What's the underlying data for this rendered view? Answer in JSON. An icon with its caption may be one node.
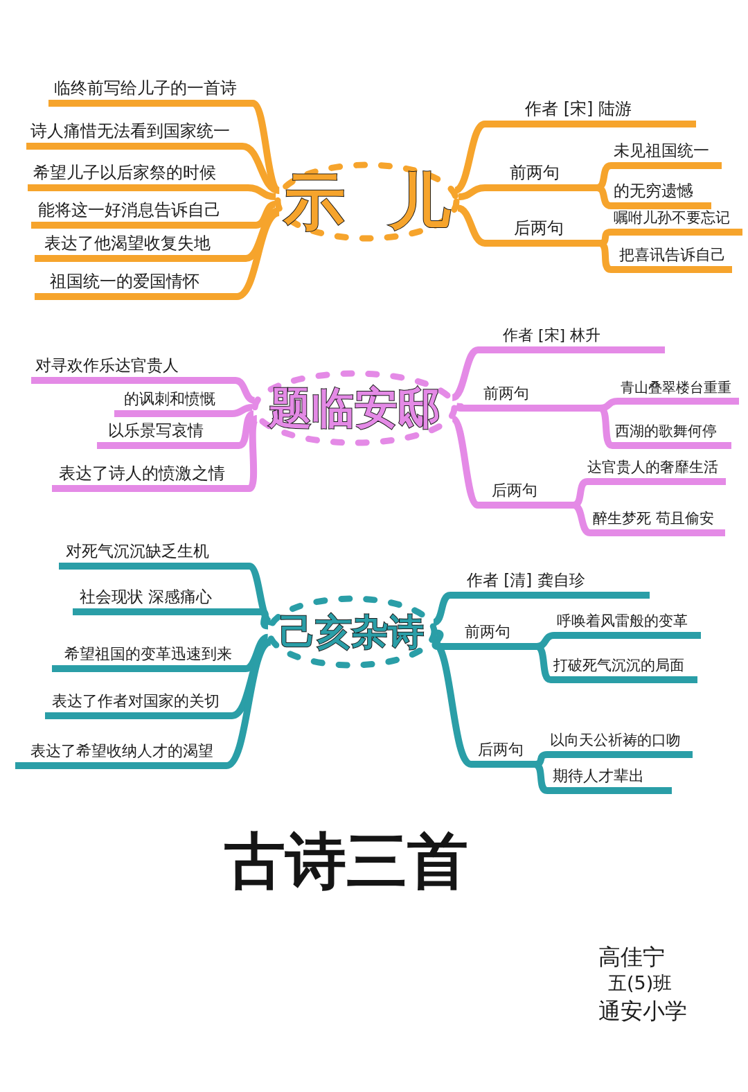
{
  "diagram": {
    "title": "古诗三首",
    "nodes": [
      {
        "text": [
          "示儿"
        ]
      },
      {
        "text": [
          "临终前写给儿子的一首诗"
        ]
      },
      {
        "text": [
          "诗人痛惜无法看到国家统一"
        ]
      },
      {
        "text": [
          "希望儿子以后家祭的时候"
        ]
      },
      {
        "text": [
          "能将这一好消息告诉自己"
        ]
      },
      {
        "text": [
          "表达了他渴望收复失地"
        ]
      },
      {
        "text": [
          "祖国统一的爱国情怀"
        ]
      },
      {
        "text": [
          "作者 [宋] 陆游"
        ]
      },
      {
        "text": [
          "前两句"
        ]
      },
      {
        "text": [
          "未见祖国统一"
        ]
      },
      {
        "text": [
          "的无穷遗憾"
        ]
      },
      {
        "text": [
          "后两句"
        ]
      },
      {
        "text": [
          "嘱咐儿孙不要忘记"
        ]
      },
      {
        "text": [
          "把喜讯告诉自己"
        ]
      },
      {
        "text": [
          "题临安邸"
        ]
      },
      {
        "text": [
          "对寻欢作乐达官贵人"
        ]
      },
      {
        "text": [
          "的讽刺和愤慨"
        ]
      },
      {
        "text": [
          "以乐景写哀情"
        ]
      },
      {
        "text": [
          "表达了诗人的愤激之情"
        ]
      },
      {
        "text": [
          "作者 [宋] 林升"
        ]
      },
      {
        "text": [
          "前两句"
        ]
      },
      {
        "text": [
          "青山叠翠楼台重重"
        ]
      },
      {
        "text": [
          "西湖的歌舞何停"
        ]
      },
      {
        "text": [
          "后两句"
        ]
      },
      {
        "text": [
          "达官贵人的奢靡生活"
        ]
      },
      {
        "text": [
          "醉生梦死 苟且偷安"
        ]
      },
      {
        "text": [
          "己亥杂诗"
        ]
      },
      {
        "text": [
          "对死气沉沉缺乏生机"
        ]
      },
      {
        "text": [
          "社会现状 深感痛心"
        ]
      },
      {
        "text": [
          "希望祖国的变革迅速到来"
        ]
      },
      {
        "text": [
          "表达了作者对国家的关切"
        ]
      },
      {
        "text": [
          "表达了希望收纳人才的渴望"
        ]
      },
      {
        "text": [
          "作者 [清] 龚自珍"
        ]
      },
      {
        "text": [
          "前两句"
        ]
      },
      {
        "text": [
          "呼唤着风雷般的变革"
        ]
      },
      {
        "text": [
          "打破死气沉沉的局面"
        ]
      },
      {
        "text": [
          "后两句"
        ]
      },
      {
        "text": [
          "以向天公祈祷的口吻"
        ]
      },
      {
        "text": [
          "期待人才辈出"
        ]
      }
    ],
    "edges": [
      {
        "from": 0,
        "to": 1,
        "arrow": "none"
      },
      {
        "from": 0,
        "to": 2,
        "arrow": "none"
      },
      {
        "from": 0,
        "to": 3,
        "arrow": "none"
      },
      {
        "from": 0,
        "to": 4,
        "arrow": "none"
      },
      {
        "from": 0,
        "to": 5,
        "arrow": "none"
      },
      {
        "from": 0,
        "to": 6,
        "arrow": "none"
      },
      {
        "from": 0,
        "to": 7,
        "arrow": "none"
      },
      {
        "from": 0,
        "to": 8,
        "arrow": "none"
      },
      {
        "from": 8,
        "to": 9,
        "arrow": "none"
      },
      {
        "from": 8,
        "to": 10,
        "arrow": "none"
      },
      {
        "from": 0,
        "to": 11,
        "arrow": "none"
      },
      {
        "from": 11,
        "to": 12,
        "arrow": "none"
      },
      {
        "from": 11,
        "to": 13,
        "arrow": "none"
      },
      {
        "from": 14,
        "to": 15,
        "arrow": "none",
        "color": "#e48ae6"
      },
      {
        "from": 14,
        "to": 16,
        "arrow": "none",
        "color": "#e48ae6"
      },
      {
        "from": 14,
        "to": 17,
        "arrow": "none",
        "color": "#e48ae6"
      },
      {
        "from": 14,
        "to": 18,
        "arrow": "none",
        "color": "#e48ae6"
      },
      {
        "from": 14,
        "to": 19,
        "arrow": "none",
        "color": "#e48ae6"
      },
      {
        "from": 14,
        "to": 20,
        "arrow": "none",
        "color": "#e48ae6"
      },
      {
        "from": 20,
        "to": 21,
        "arrow": "none",
        "color": "#e48ae6"
      },
      {
        "from": 20,
        "to": 22,
        "arrow": "none",
        "color": "#e48ae6"
      },
      {
        "from": 14,
        "to": 23,
        "arrow": "none",
        "color": "#e48ae6"
      },
      {
        "from": 23,
        "to": 24,
        "arrow": "none",
        "color": "#e48ae6"
      },
      {
        "from": 23,
        "to": 25,
        "arrow": "none",
        "color": "#e48ae6"
      },
      {
        "from": 26,
        "to": 27,
        "arrow": "none",
        "color": "#2a9ea7"
      },
      {
        "from": 26,
        "to": 28,
        "arrow": "none",
        "color": "#2a9ea7"
      },
      {
        "from": 26,
        "to": 29,
        "arrow": "none",
        "color": "#2a9ea7"
      },
      {
        "from": 26,
        "to": 30,
        "arrow": "none",
        "color": "#2a9ea7"
      },
      {
        "from": 26,
        "to": 31,
        "arrow": "none",
        "color": "#2a9ea7"
      },
      {
        "from": 26,
        "to": 32,
        "arrow": "none",
        "color": "#2a9ea7"
      },
      {
        "from": 26,
        "to": 33,
        "arrow": "none",
        "color": "#2a9ea7"
      },
      {
        "from": 33,
        "to": 34,
        "arrow": "none",
        "color": "#2a9ea7"
      },
      {
        "from": 33,
        "to": 35,
        "arrow": "none",
        "color": "#2a9ea7"
      },
      {
        "from": 26,
        "to": 36,
        "arrow": "none",
        "color": "#2a9ea7"
      },
      {
        "from": 36,
        "to": 37,
        "arrow": "none",
        "color": "#2a9ea7"
      },
      {
        "from": 36,
        "to": 38,
        "arrow": "none",
        "color": "#2a9ea7"
      }
    ],
    "labels": [
      "高佳宁",
      "五(5)班",
      "通安小学"
    ]
  }
}
